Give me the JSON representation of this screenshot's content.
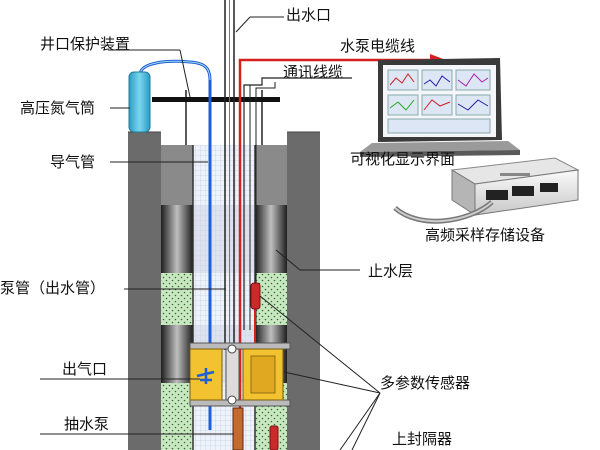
{
  "labels": {
    "wellhead": "井口保护装置",
    "nitrogen": "高压氮气筒",
    "gas_pipe": "导气管",
    "pump_pipe": "泵管（出水管）",
    "gas_outlet": "出气口",
    "pump": "抽水泵",
    "water_outlet": "出水口",
    "pump_cable": "水泵电缆线",
    "comm_cable": "通讯线缆",
    "display": "可视化显示界面",
    "storage": "高频采样存储设备",
    "seal_layer": "止水层",
    "sensor": "多参数传感器",
    "packer": "上封隔器"
  },
  "colors": {
    "concrete": "#6b6b6b",
    "seal_band": "#2e2e2e",
    "gravel_fill": "#c9e8c2",
    "water": "#e8eef8",
    "gas_line": "#1f5fd6",
    "cable_red": "#d62020",
    "nitrogen_tank": "#3fb6d8",
    "sensor_yellow": "#f2c230"
  }
}
